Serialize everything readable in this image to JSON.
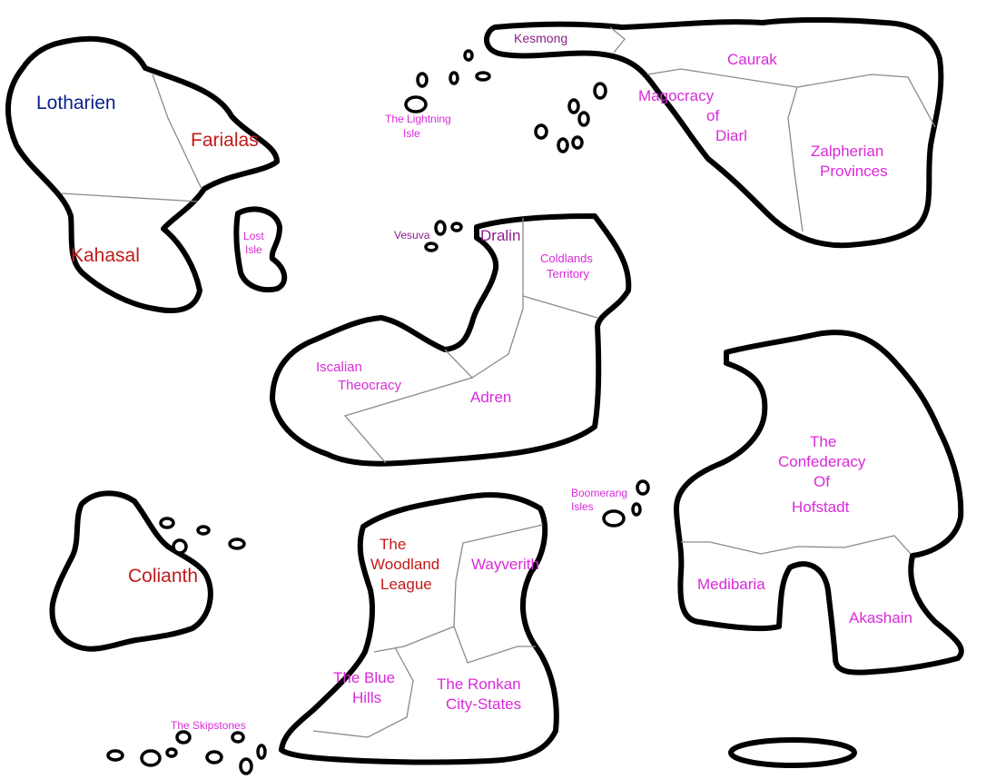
{
  "colors": {
    "blue": "#0a1f8f",
    "red": "#c21a1a",
    "magenta": "#d92ad9",
    "purple": "#8a1f8a",
    "coast": "#000000",
    "border": "#8a8a8a"
  },
  "regions": {
    "lotharien": "Lotharien",
    "farialas": "Farialas",
    "kahasal": "Kahasal",
    "lost_isle": [
      "Lost",
      "Isle"
    ],
    "lightning_isle": [
      "The Lightning",
      "Isle"
    ],
    "kesmong": "Kesmong",
    "caurak": "Caurak",
    "magocracy_of_diarl": [
      "Magocracy",
      "of",
      "Diarl"
    ],
    "zalpherian_provinces": [
      "Zalpherian",
      "Provinces"
    ],
    "vesuva": "Vesuva",
    "dralin": "Dralin",
    "coldlands_territory": [
      "Coldlands",
      "Territory"
    ],
    "iscalian_theocracy": [
      "Iscalian",
      "Theocracy"
    ],
    "adren": "Adren",
    "confederacy_of_hofstadt": [
      "The",
      "Confederacy",
      "Of",
      "Hofstadt"
    ],
    "medibaria": "Medibaria",
    "akashain": "Akashain",
    "boomerang_isles": [
      "Boomerang",
      "Isles"
    ],
    "colianth": "Colianth",
    "woodland_league": [
      "The",
      "Woodland",
      "League"
    ],
    "wayverith": "Wayverith",
    "blue_hills": [
      "The Blue",
      "Hills"
    ],
    "ronkan_city_states": [
      "The Ronkan",
      "City-States"
    ],
    "skipstones": "The Skipstones"
  }
}
